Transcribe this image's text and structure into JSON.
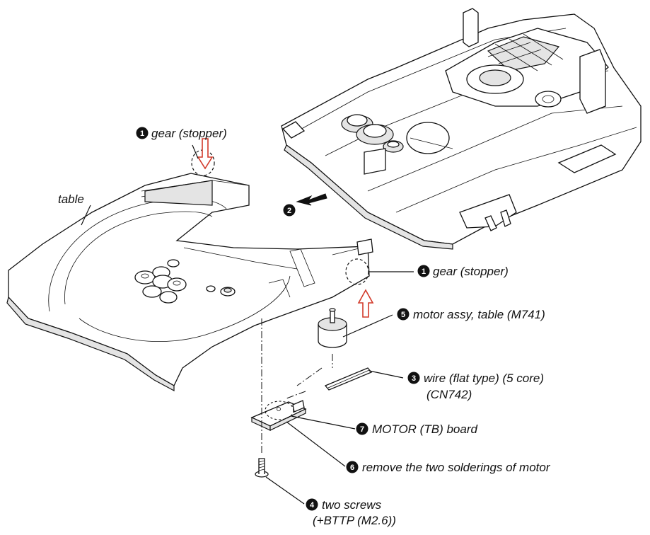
{
  "labels": {
    "gear_top": "gear (stopper)",
    "gear_right": "gear (stopper)",
    "table": "table",
    "motor_assy": "motor assy, table (M741)",
    "wire_line1": "wire (flat type) (5 core)",
    "wire_line2": "(CN742)",
    "motor_board": "MOTOR (TB) board",
    "solderings": "remove the two solderings of motor",
    "screws_line1": "two screws",
    "screws_line2": "(+BTTP (M2.6))"
  },
  "step_numbers": {
    "gear_top": "1",
    "gear_right": "1",
    "arrow_step": "2",
    "wire": "3",
    "screws": "4",
    "motor_assy": "5",
    "solderings": "6",
    "motor_board": "7"
  },
  "colors": {
    "arrow_red": "#d23a2a",
    "line": "#111111"
  }
}
